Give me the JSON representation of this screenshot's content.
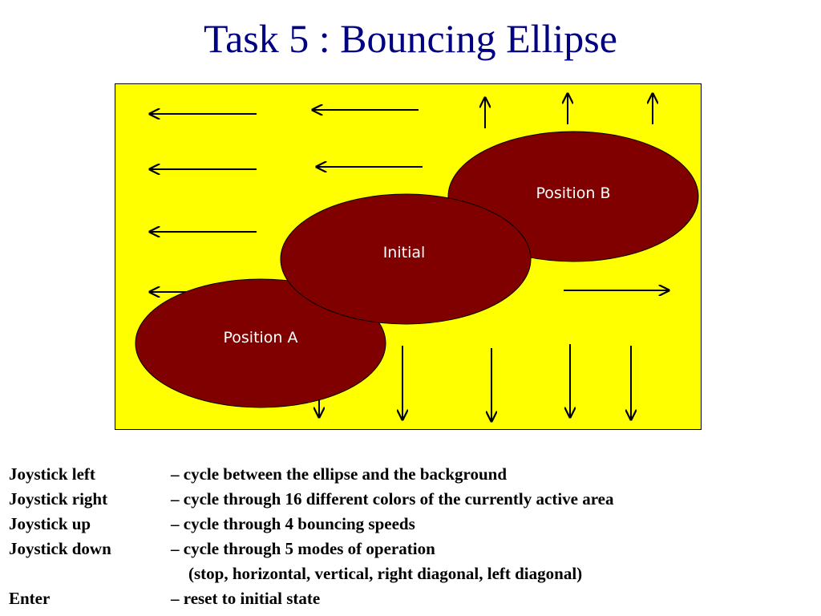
{
  "title": "Task 5 : Bouncing Ellipse",
  "figure": {
    "background_color": "#FFFF00",
    "ellipse_color": "#800000",
    "label_color": "#FFFFFF",
    "ellipses": {
      "position_b": "Position B",
      "initial": "Initial",
      "position_a": "Position A"
    },
    "arrow_glyphs": {
      "left": "←",
      "up": "↑",
      "right": "→",
      "down": "↓"
    }
  },
  "controls": [
    {
      "key": "Joystick left",
      "desc": "– cycle between the ellipse and the background"
    },
    {
      "key": "Joystick right",
      "desc": "– cycle through 16 different colors of the currently active area"
    },
    {
      "key": "Joystick up",
      "desc": "– cycle through 4 bouncing speeds"
    },
    {
      "key": "Joystick down",
      "desc": "– cycle through 5 modes of operation"
    },
    {
      "key": "",
      "desc": "(stop, horizontal, vertical, right diagonal, left diagonal)"
    },
    {
      "key": "Enter",
      "desc": "– reset to initial state"
    }
  ]
}
